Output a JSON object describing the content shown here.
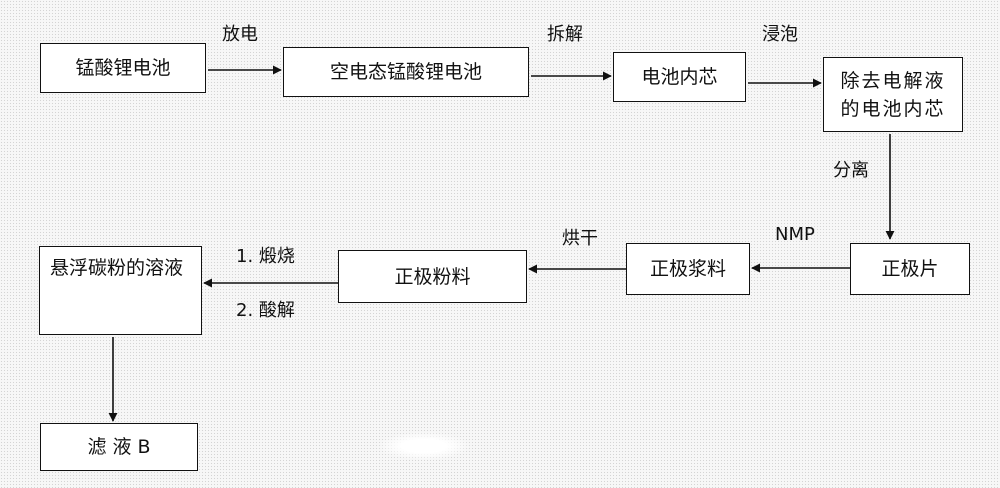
{
  "nodes": {
    "battery": "锰酸锂电池",
    "empty_battery": "空电态锰酸锂电池",
    "core": "电池内芯",
    "core_no_electrolyte": "除去电解液的电池内芯",
    "cathode_sheet": "正极片",
    "cathode_slurry": "正极浆料",
    "cathode_powder": "正极粉料",
    "carbon_solution": "悬浮碳粉的溶液",
    "filtrate": "滤 液 B"
  },
  "edges": {
    "discharge": "放电",
    "disassemble": "拆解",
    "soak": "浸泡",
    "separate": "分离",
    "nmp": "NMP",
    "dry": "烘干",
    "calcine": "1. 煅烧",
    "acid_dissolve": "2. 酸解"
  }
}
